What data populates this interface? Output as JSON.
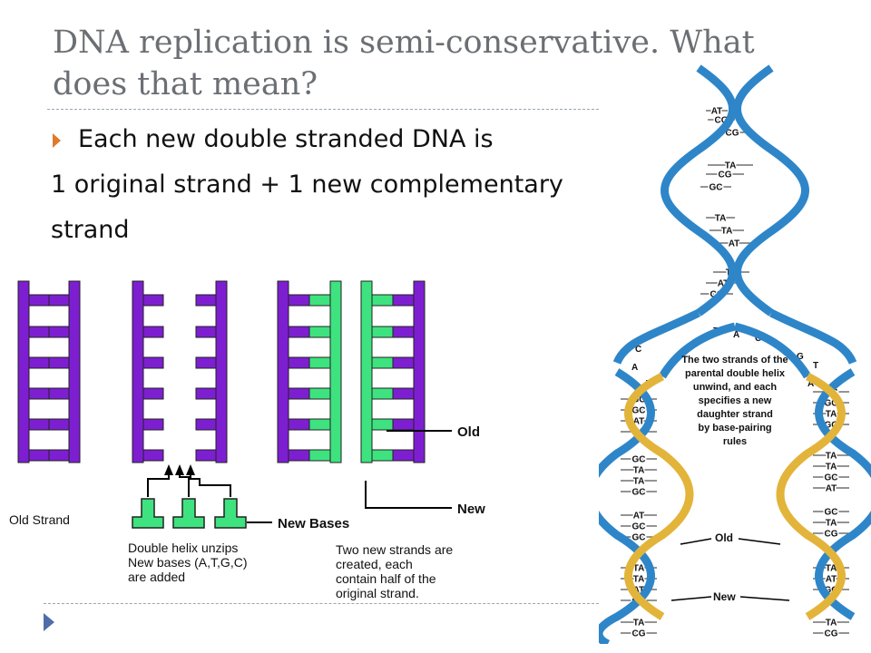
{
  "slide": {
    "title": "DNA replication is semi-conservative.  What does that mean?",
    "bullet": "Each new double stranded DNA is",
    "line2": "1 original strand + 1 new complementary",
    "line3": "strand"
  },
  "diagram": {
    "labels": {
      "old_strand": "Old Strand",
      "old": "Old",
      "new": "New",
      "new_bases": "New Bases",
      "caption_left": [
        "Double helix unzips",
        "New bases (A,T,G,C)",
        "are added"
      ],
      "caption_right": [
        "Two new strands are",
        "created, each",
        "contain half of the",
        "original strand."
      ]
    },
    "colors": {
      "original": "#7d1fd1",
      "new": "#3ee37f",
      "accent": "#e07a2b",
      "helix_blue": "#2e86c9",
      "helix_gold": "#e3b43a"
    }
  },
  "helix": {
    "top_pairs": [
      "AT",
      "CG",
      "CG",
      "TA",
      "CG",
      "GC",
      "TA",
      "TA",
      "AT",
      "TA",
      "AT",
      "CG"
    ],
    "fork_bases_top": [
      "T",
      "A",
      "C",
      "G",
      "G",
      "T",
      "C",
      "A",
      "T",
      "A"
    ],
    "left_pairs": [
      "GC",
      "GC",
      "AT",
      "TA",
      "GC",
      "TA",
      "TA",
      "GC",
      "AT",
      "GC",
      "GC",
      "TA",
      "TA",
      "AT",
      "GC",
      "TA",
      "CG"
    ],
    "right_pairs": [
      "GC",
      "GC",
      "TA",
      "GC",
      "TA",
      "TA",
      "GC",
      "AT",
      "GC",
      "TA",
      "CG",
      "TA",
      "AT",
      "GC",
      "TA",
      "CG"
    ],
    "note": [
      "The two strands of the",
      "parental double helix",
      "unwind, and each",
      "specifies a new",
      "daughter strand",
      "by base-pairing",
      "rules"
    ],
    "old_label": "Old",
    "new_label": "New"
  }
}
